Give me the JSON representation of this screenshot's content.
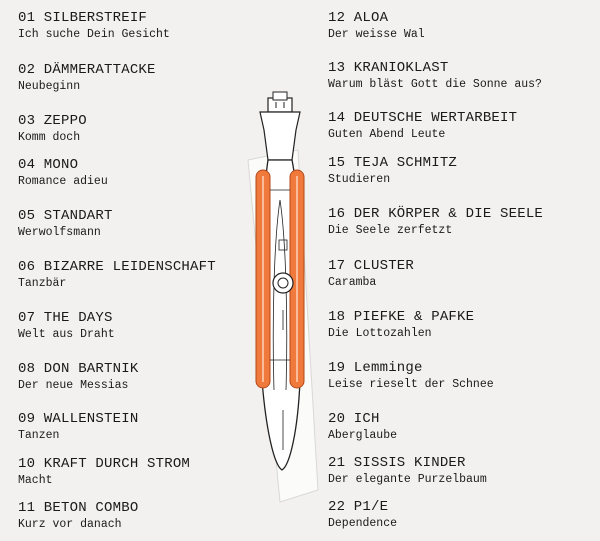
{
  "left_column": [
    {
      "artist": "01 SILBERSTREIF",
      "title": "Ich suche Dein Gesicht"
    },
    {
      "artist": "02 DÄMMERATTACKE",
      "title": "Neubeginn"
    },
    {
      "artist": "03 ZEPPO",
      "title": "Komm doch"
    },
    {
      "artist": "04 MONO",
      "title": "Romance adieu"
    },
    {
      "artist": "05 STANDART",
      "title": "Werwolfsmann"
    },
    {
      "artist": "06 BIZARRE LEIDENSCHAFT",
      "title": "Tanzbär"
    },
    {
      "artist": "07 THE DAYS",
      "title": "Welt aus Draht"
    },
    {
      "artist": "08 DON BARTNIK",
      "title": "Der neue Messias"
    },
    {
      "artist": "09 WALLENSTEIN",
      "title": "Tanzen"
    },
    {
      "artist": "10 KRAFT DURCH STROM",
      "title": "Macht"
    },
    {
      "artist": "11 BETON COMBO",
      "title": "Kurz vor danach"
    }
  ],
  "right_column": [
    {
      "artist": "12 ALOA",
      "title": "Der weisse Wal"
    },
    {
      "artist": "13 KRANIOKLAST",
      "title": "Warum bläst Gott die Sonne aus?"
    },
    {
      "artist": "14 DEUTSCHE WERTARBEIT",
      "title": "Guten Abend Leute"
    },
    {
      "artist": "15 TEJA SCHMITZ",
      "title": "Studieren"
    },
    {
      "artist": "16 DER KÖRPER & DIE SEELE",
      "title": "Die Seele zerfetzt"
    },
    {
      "artist": "17 CLUSTER",
      "title": "Caramba"
    },
    {
      "artist": "18 PIEFKE & PAFKE",
      "title": "Die Lottozahlen"
    },
    {
      "artist": "19 Lemminge",
      "title": "Leise rieselt der Schnee"
    },
    {
      "artist": "20 ICH",
      "title": "Aberglaube"
    },
    {
      "artist": "21 SISSIS KINDER",
      "title": "Der elegante Purzelbaum"
    },
    {
      "artist": "22 P1/E",
      "title": "Dependence"
    }
  ],
  "colors": {
    "paper": "#f2f1ef",
    "ink": "#1a1a1a",
    "hull_accent": "#f07a3c"
  },
  "illustration": {
    "icon": "submarine-top-view-icon"
  }
}
